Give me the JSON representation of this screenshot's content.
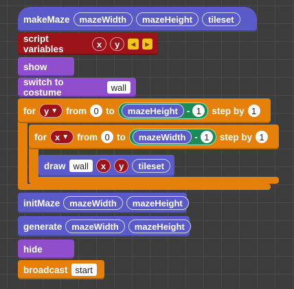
{
  "make_maze": {
    "label": "makeMaze",
    "params": [
      "mazeWidth",
      "mazeHeight",
      "tileset"
    ]
  },
  "script_variables": {
    "label": "script variables",
    "vars": [
      "x",
      "y"
    ],
    "arrow_left": "◂",
    "arrow_right": "▸"
  },
  "show": {
    "label": "show"
  },
  "switch_costume": {
    "label": "switch to costume",
    "value": "wall"
  },
  "for_outer": {
    "for": "for",
    "var": "y",
    "from": "from",
    "from_value": "0",
    "to": "to",
    "reporter": "mazeHeight",
    "minus": "-",
    "minus_value": "1",
    "step": "step by",
    "step_value": "1"
  },
  "for_inner": {
    "for": "for",
    "var": "x",
    "from": "from",
    "from_value": "0",
    "to": "to",
    "reporter": "mazeWidth",
    "minus": "-",
    "minus_value": "1",
    "step": "step by",
    "step_value": "1"
  },
  "draw": {
    "label": "draw",
    "value": "wall",
    "x": "x",
    "y": "y",
    "tileset": "tileset"
  },
  "init_maze": {
    "label": "initMaze",
    "args": [
      "mazeWidth",
      "mazeHeight"
    ]
  },
  "generate": {
    "label": "generate",
    "args": [
      "mazeWidth",
      "mazeHeight"
    ]
  },
  "hide": {
    "label": "hide"
  },
  "broadcast": {
    "label": "broadcast",
    "value": "start"
  },
  "colors": {
    "background": "#3d3d3d",
    "custom": "#5a5bc8",
    "variables": "#9c141a",
    "looks": "#8f4fcc",
    "control": "#e5810a",
    "operators": "#1b8c57"
  }
}
